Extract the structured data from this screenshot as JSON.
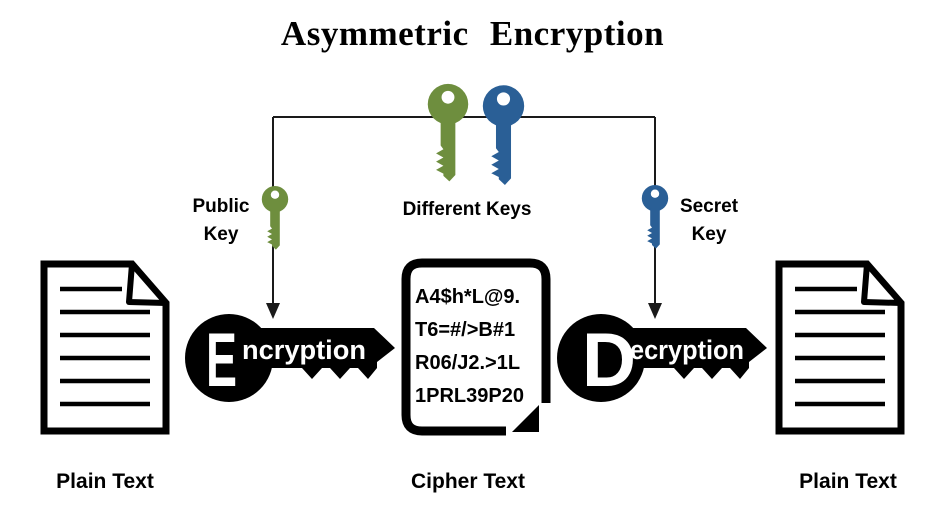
{
  "title": "Asymmetric Encryption",
  "colors": {
    "public_key_green": "#6E8E3E",
    "secret_key_blue": "#2A5F96",
    "ink": "#000000"
  },
  "keys_section": {
    "different_keys_label": "Different Keys",
    "public_key": {
      "line1": "Public",
      "line2": "Key"
    },
    "secret_key": {
      "line1": "Secret",
      "line2": "Key"
    }
  },
  "process": {
    "encryption": {
      "initial": "E",
      "rest": "ncryption"
    },
    "decryption": {
      "initial": "D",
      "rest": "ecryption"
    }
  },
  "cipher": {
    "lines": [
      "A4$h*L@9.",
      "T6=#/>B#1",
      "R06/J2.>1L",
      "1PRL39P20"
    ],
    "caption": "Cipher Text"
  },
  "documents": {
    "left_caption": "Plain Text",
    "right_caption": "Plain Text"
  }
}
